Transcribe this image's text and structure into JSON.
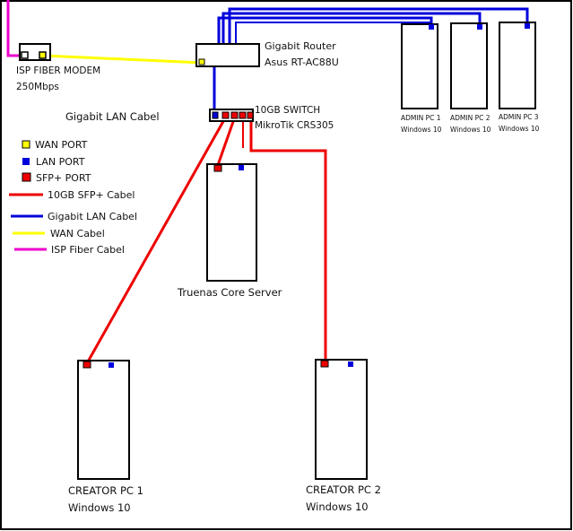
{
  "modem": {
    "line1": "ISP FIBER MODEM",
    "line2": "250Mbps"
  },
  "router": {
    "line1": "Gigabit Router",
    "line2": "Asus RT-AC88U"
  },
  "switch": {
    "line1": "10GB SWITCH",
    "line2": "MikroTik CRS305"
  },
  "server": {
    "label": "Truenas Core Server"
  },
  "lan_label": "Gigabit LAN Cabel",
  "admin_pcs": [
    {
      "name": "ADMIN PC 1",
      "os": "Windows 10"
    },
    {
      "name": "ADMIN PC 2",
      "os": "Windows 10"
    },
    {
      "name": "ADMIN PC 3",
      "os": "Windows 10"
    }
  ],
  "creator_pcs": [
    {
      "name": "CREATOR PC 1",
      "os": "Windows 10"
    },
    {
      "name": "CREATOR PC 2",
      "os": "Windows 10"
    }
  ],
  "legend": {
    "wan_port": "WAN PORT",
    "lan_port": "LAN PORT",
    "sfp_port": "SFP+ PORT",
    "sfp_cable": "10GB SFP+ Cabel",
    "lan_cable": "Gigabit LAN Cabel",
    "wan_cable": "WAN Cabel",
    "fiber_cable": "ISP Fiber Cabel"
  },
  "colors": {
    "wan": "#ffff00",
    "lan": "#0000dd",
    "sfp": "#ee0000",
    "fiber": "#ee00cc",
    "outline": "#000000"
  }
}
